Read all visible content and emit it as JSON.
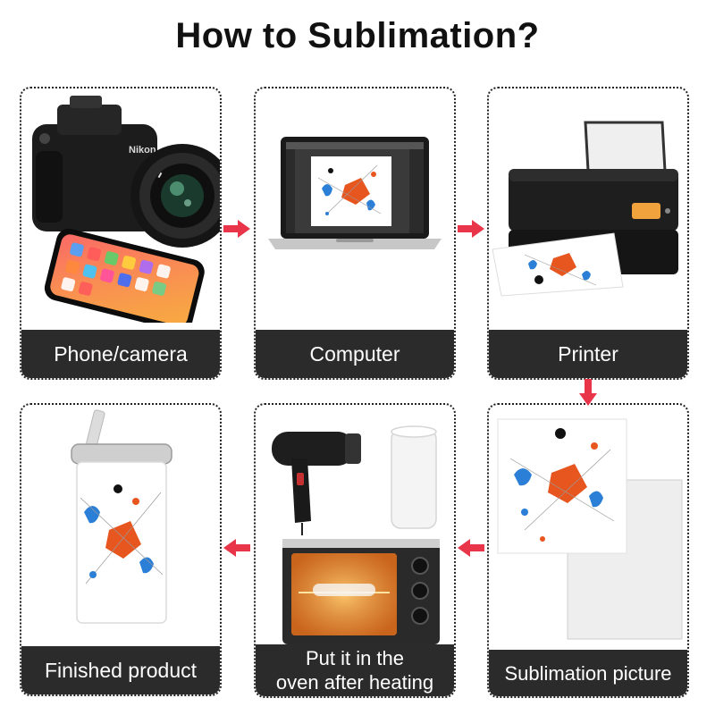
{
  "title": "How to Sublimation?",
  "colors": {
    "arrow": "#e8354a",
    "label_bg": "#2b2b2b",
    "accent_orange": "#e8561f",
    "accent_blue": "#2c7fd6"
  },
  "steps": [
    {
      "label": "Phone/camera",
      "icon": "camera-phone-icon"
    },
    {
      "label": "Computer",
      "icon": "laptop-icon"
    },
    {
      "label": "Printer",
      "icon": "printer-icon"
    },
    {
      "label": "Sublimation picture",
      "icon": "sublimation-paper-icon"
    },
    {
      "label": "Put it in the\noven after heating",
      "icon": "oven-dryer-icon"
    },
    {
      "label": "Finished product",
      "icon": "tumbler-icon"
    }
  ]
}
